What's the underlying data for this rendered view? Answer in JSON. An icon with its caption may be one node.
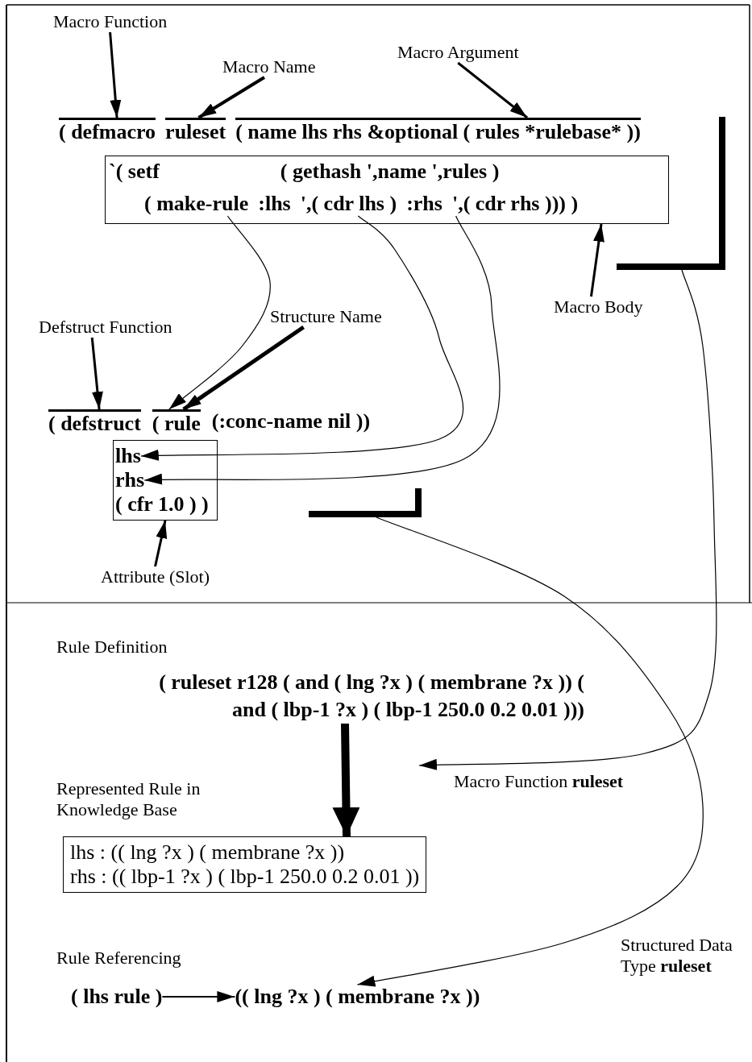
{
  "diagram": {
    "nodes": [
      {
        "text": [
          "Macro Function"
        ]
      },
      {
        "text": [
          "Macro Name"
        ]
      },
      {
        "text": [
          "Macro Argument"
        ]
      },
      {
        "text": [
          "( defmacro"
        ]
      },
      {
        "text": [
          "ruleset"
        ]
      },
      {
        "text": [
          "( name lhs rhs &optional ( rules *rulebase* ))"
        ]
      },
      {
        "text": [],
        "shape": "box"
      },
      {
        "text": [
          "`( setf"
        ],
        "in": 6
      },
      {
        "text": [
          "( gethash ',name ',rules )"
        ],
        "in": 6
      },
      {
        "text": [
          "( make-rule"
        ],
        "in": 6
      },
      {
        "text": [
          ":lhs"
        ],
        "in": 6
      },
      {
        "text": [
          "',( cdr lhs )"
        ],
        "in": 6
      },
      {
        "text": [
          ":rhs"
        ],
        "in": 6
      },
      {
        "text": [
          "',( cdr rhs ))) )"
        ],
        "in": 6
      },
      {
        "text": [],
        "shape": "bracket"
      },
      {
        "text": [
          "Macro Body"
        ]
      },
      {
        "text": [
          "Defstruct Function"
        ]
      },
      {
        "text": [
          "Structure Name"
        ]
      },
      {
        "text": [
          "( defstruct"
        ]
      },
      {
        "text": [
          "( rule"
        ]
      },
      {
        "text": [
          "(:conc-name nil ))"
        ]
      },
      {
        "text": [],
        "shape": "box"
      },
      {
        "text": [
          "lhs"
        ],
        "in": 21
      },
      {
        "text": [
          "rhs"
        ],
        "in": 21
      },
      {
        "text": [
          "( cfr 1.0 ) )"
        ],
        "in": 21
      },
      {
        "text": [],
        "shape": "bracket"
      },
      {
        "text": [
          "Attribute (Slot)"
        ]
      },
      {
        "text": [
          "( ruleset r128 ( and ( lng ?x ) ( membrane ?x )) ( and ( lbp-1 ?x ) ( lbp-1 250.0 0.2 0.01 )))"
        ]
      },
      {
        "text": [
          "lhs : (( lng ?x ) ( membrane ?x ))",
          "rhs : (( lbp-1 ?x ) ( lbp-1 250.0 0.2 0.01 ))"
        ]
      },
      {
        "text": [
          "( lhs rule )"
        ]
      },
      {
        "text": [
          "(( lng ?x ) ( membrane ?x ))"
        ]
      }
    ],
    "edges": [
      {
        "from": 0,
        "to": 3,
        "arrow": "to"
      },
      {
        "from": 1,
        "to": 4,
        "arrow": "to"
      },
      {
        "from": 2,
        "to": 5,
        "arrow": "to"
      },
      {
        "from": 15,
        "to": 6,
        "arrow": "to"
      },
      {
        "from": 14,
        "to": null,
        "arrow": "to",
        "label": "Macro Function **ruleset**"
      },
      {
        "from": 16,
        "to": 18,
        "arrow": "to"
      },
      {
        "from": 17,
        "to": 19,
        "arrow": "to"
      },
      {
        "from": 9,
        "to": 19,
        "arrow": "to"
      },
      {
        "from": 11,
        "to": 22,
        "arrow": "to"
      },
      {
        "from": 13,
        "to": 23,
        "arrow": "to"
      },
      {
        "from": 26,
        "to": 21,
        "arrow": "to"
      },
      {
        "from": 25,
        "to": 30,
        "arrow": "to",
        "label": "Structured Data Type **ruleset**"
      },
      {
        "from": 27,
        "to": 28,
        "arrow": "to",
        "style": "thick"
      },
      {
        "from": 29,
        "to": 30,
        "arrow": "to"
      }
    ],
    "labels": [
      "Rule Definition",
      "Represented Rule in Knowledge Base",
      "Rule Referencing"
    ]
  }
}
